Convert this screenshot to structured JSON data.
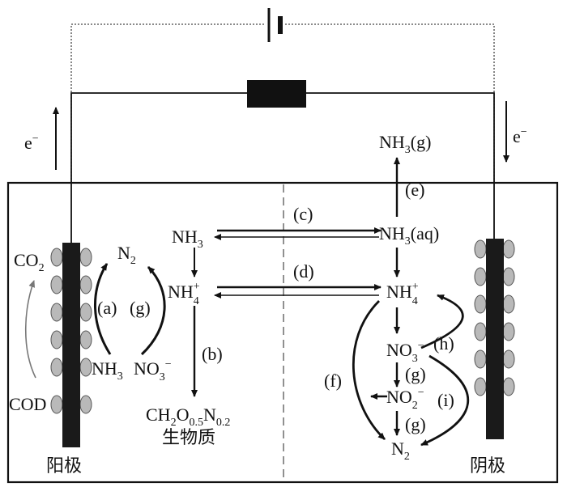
{
  "labels": {
    "anode": "阳极",
    "cathode": "阴极",
    "electron_left": "e",
    "electron_right": "e",
    "electron_charge": "−",
    "co2": "CO",
    "co2_sub": "2",
    "cod": "COD",
    "n2_left": "N",
    "n2_left_sub": "2",
    "nh3_left": "NH",
    "nh3_left_sub": "3",
    "no3_left": "NO",
    "no3_left_sub": "3",
    "no3_left_sup": "−",
    "nh3_mid": "NH",
    "nh3_mid_sub": "3",
    "nh4_mid": "NH",
    "nh4_mid_sup": "+",
    "nh4_mid_sub": "4",
    "biomass_formula_ch": "CH",
    "biomass_sub1": "2",
    "biomass_o": "O",
    "biomass_sub2": "0.5",
    "biomass_n": "N",
    "biomass_sub3": "0.2",
    "biomass_name": "生物质",
    "nh3g": "NH",
    "nh3g_sub": "3",
    "nh3g_state": "(g)",
    "nh3aq": "NH",
    "nh3aq_sub": "3",
    "nh3aq_state": "(aq)",
    "nh4_right": "NH",
    "nh4_right_sup": "+",
    "nh4_right_sub": "4",
    "no3_right": "NO",
    "no3_right_sub": "3",
    "no3_right_sup": "−",
    "no2_right": "NO",
    "no2_right_sub": "2",
    "no2_right_sup": "−",
    "n2_right": "N",
    "n2_right_sub": "2"
  },
  "reactions": {
    "a": "(a)",
    "b": "(b)",
    "c": "(c)",
    "d": "(d)",
    "e": "(e)",
    "f": "(f)",
    "g_left": "(g)",
    "g_right1": "(g)",
    "g_right2": "(g)",
    "h": "(h)",
    "i": "(i)"
  },
  "colors": {
    "ink": "#111111",
    "electrode": "#1a1a1a",
    "bead": "#b9b9b9",
    "bead_edge": "#555555",
    "cod_arrow": "#777777"
  }
}
